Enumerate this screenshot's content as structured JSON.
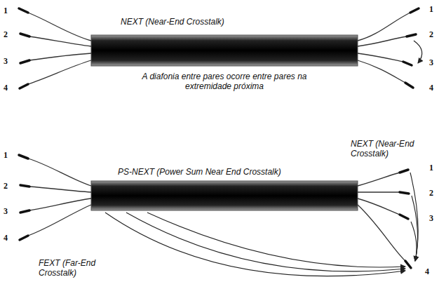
{
  "diagram": {
    "labels": [
      "NEXT (Near-End Crosstalk)",
      "1",
      "2",
      "3",
      "4",
      "1",
      "2",
      "3",
      "4",
      "A diafonia entre pares ocorre entre pares na extremidade próxima",
      "NEXT (Near-End Crosstalk)",
      "PS-NEXT (Power Sum Near End Crosstalk)",
      "1",
      "2",
      "3",
      "4",
      "1",
      "2",
      "3",
      "FEXT (Far-End Crosstalk)",
      "4"
    ]
  }
}
